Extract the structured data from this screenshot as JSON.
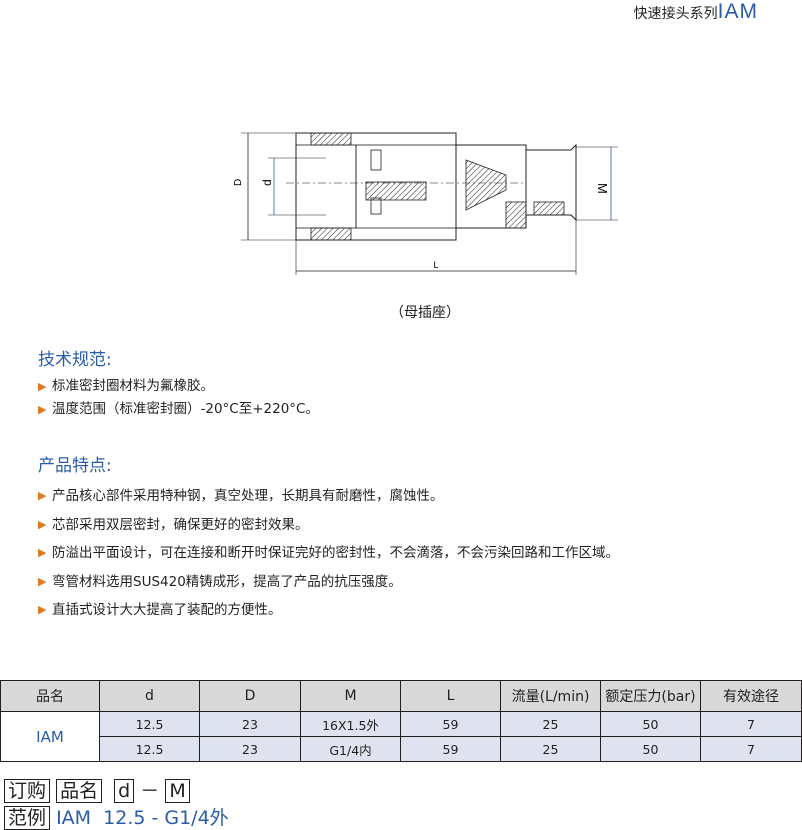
{
  "header": {
    "prefix": "快速接头系列",
    "series": "IAM"
  },
  "diagram": {
    "labels": {
      "D": "D",
      "d": "d",
      "M": "M",
      "L": "L"
    }
  },
  "caption": "（母插座）",
  "specs": {
    "title": "技术规范:",
    "items": [
      "标准密封圈材料为氟橡胶。",
      "温度范围（标准密封圈）-20°C至+220°C。"
    ]
  },
  "features": {
    "title": "产品特点:",
    "items": [
      "产品核心部件采用特种钢，真空处理，长期具有耐磨性，腐蚀性。",
      "芯部采用双层密封，确保更好的密封效果。",
      "防溢出平面设计，可在连接和断开时保证完好的密封性，不会滴落，不会污染回路和工作区域。",
      "弯管材料选用SUS420精铸成形，提高了产品的抗压强度。",
      "直插式设计大大提高了装配的方便性。"
    ]
  },
  "table": {
    "headers": [
      "品名",
      "d",
      "D",
      "M",
      "L",
      "流量(L/min)",
      "额定压力(bar)",
      "有效途径"
    ],
    "model": "IAM",
    "rows": [
      [
        "12.5",
        "23",
        "16X1.5外",
        "59",
        "25",
        "50",
        "7"
      ],
      [
        "12.5",
        "23",
        "G1/4内",
        "59",
        "25",
        "50",
        "7"
      ]
    ]
  },
  "order": {
    "label_top": "订购",
    "label_bottom": "范例",
    "fields": [
      "品名",
      "d",
      "M"
    ],
    "dash": "－",
    "example": "IAM  12.5 - G1/4外"
  }
}
